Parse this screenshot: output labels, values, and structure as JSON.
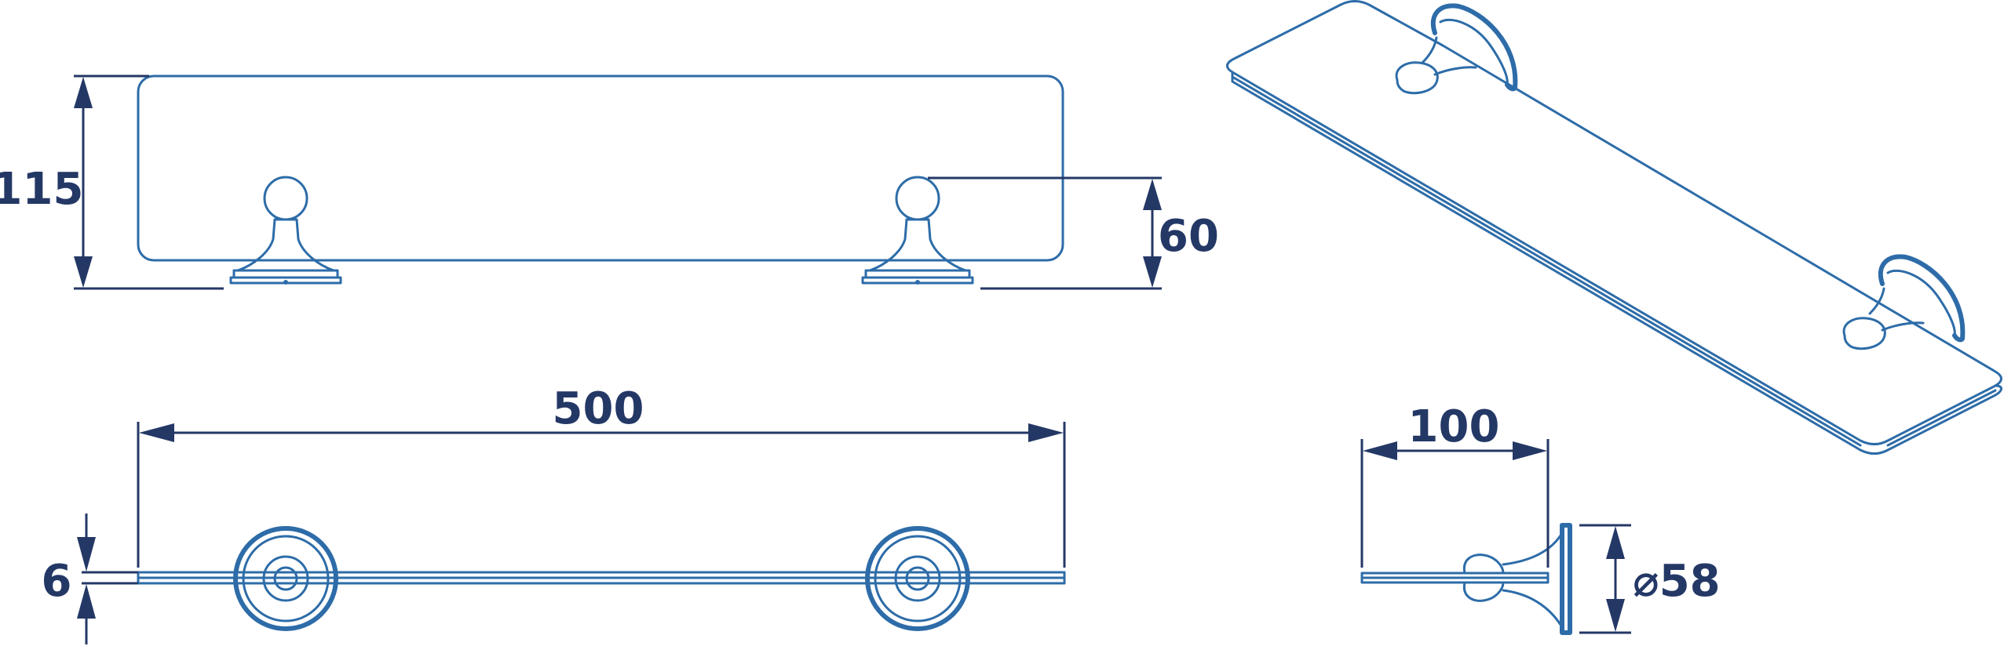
{
  "colors": {
    "outline": "#2d6ca8",
    "dimension": "#243866",
    "background": "#ffffff"
  },
  "dimensions": {
    "overall_height": "115",
    "bracket_height": "60",
    "length": "500",
    "thickness": "6",
    "depth": "100",
    "base_diameter": "⌀58"
  }
}
